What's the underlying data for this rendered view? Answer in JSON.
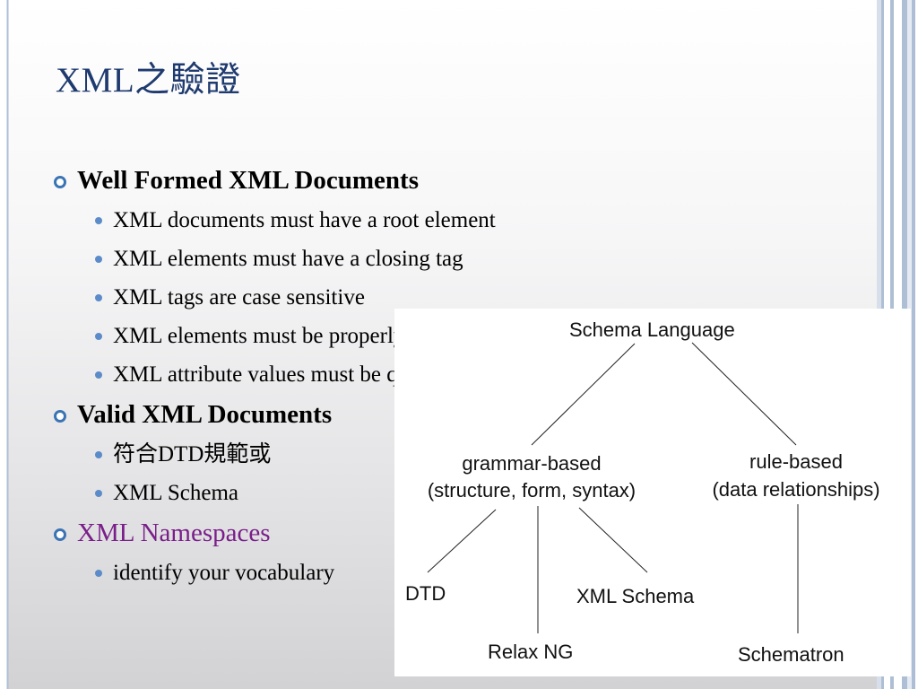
{
  "title": "XML之驗證",
  "sections": [
    {
      "heading": "Well Formed XML Documents",
      "items": [
        "XML documents must have a root element",
        "XML elements must have a closing tag",
        "XML tags are case sensitive",
        "XML elements must be properly nested",
        "XML attribute values must be quoted"
      ]
    },
    {
      "heading": "Valid XML Documents",
      "items": [
        "符合DTD規範或",
        "XML Schema"
      ]
    },
    {
      "heading": "XML Namespaces",
      "items": [
        "identify your vocabulary"
      ]
    }
  ],
  "diagram": {
    "root": "Schema Language",
    "branch_grammar": [
      "grammar-based",
      "(structure, form, syntax)"
    ],
    "branch_rule": [
      "rule-based",
      "(data relationships)"
    ],
    "leaves": {
      "dtd": "DTD",
      "relax_ng": "Relax NG",
      "xml_schema": "XML Schema",
      "schematron": "Schematron"
    }
  },
  "colors": {
    "title": "#1e3a6e",
    "bullet_l1": "#3b74b4",
    "bullet_l2": "#5b8cc9",
    "link_text": "#7a1e8a",
    "stripe": "#aebfd5"
  }
}
